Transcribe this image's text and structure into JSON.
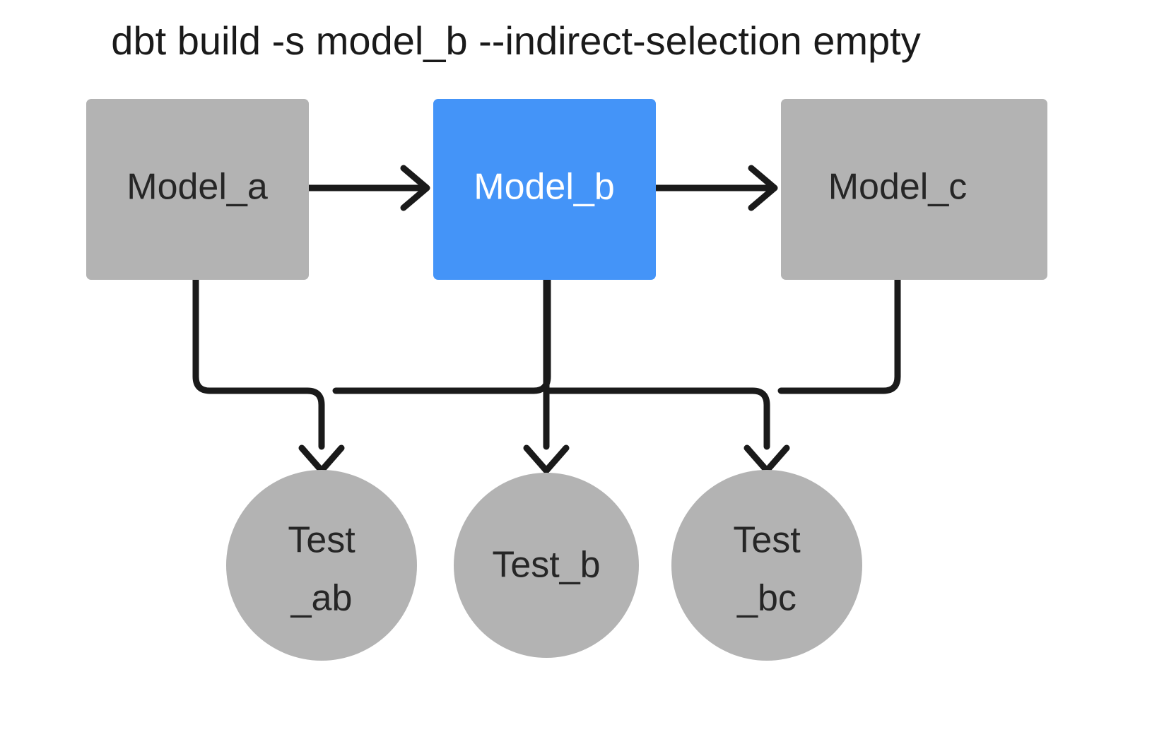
{
  "title": "dbt build -s model_b --indirect-selection empty",
  "colors": {
    "background": "#ffffff",
    "node_gray": "#b3b3b3",
    "node_selected_blue": "#4494f8",
    "edge": "#1a1a1a",
    "label_dark": "#262626",
    "label_light": "#ffffff"
  },
  "models": [
    {
      "id": "model_a",
      "label": "Model_a",
      "state": "unselected"
    },
    {
      "id": "model_b",
      "label": "Model_b",
      "state": "selected"
    },
    {
      "id": "model_c",
      "label": "Model_c",
      "state": "unselected"
    }
  ],
  "tests": [
    {
      "id": "test_ab",
      "label_line1": "Test",
      "label_line2": "_ab",
      "state": "unselected"
    },
    {
      "id": "test_b",
      "label_line1": "Test_b",
      "label_line2": "",
      "state": "unselected"
    },
    {
      "id": "test_bc",
      "label_line1": "Test",
      "label_line2": "_bc",
      "state": "unselected"
    }
  ],
  "edges": [
    {
      "from": "model_a",
      "to": "model_b"
    },
    {
      "from": "model_b",
      "to": "model_c"
    },
    {
      "from": "model_a",
      "to": "test_ab"
    },
    {
      "from": "model_b",
      "to": "test_ab"
    },
    {
      "from": "model_b",
      "to": "test_b"
    },
    {
      "from": "model_b",
      "to": "test_bc"
    },
    {
      "from": "model_c",
      "to": "test_bc"
    }
  ]
}
